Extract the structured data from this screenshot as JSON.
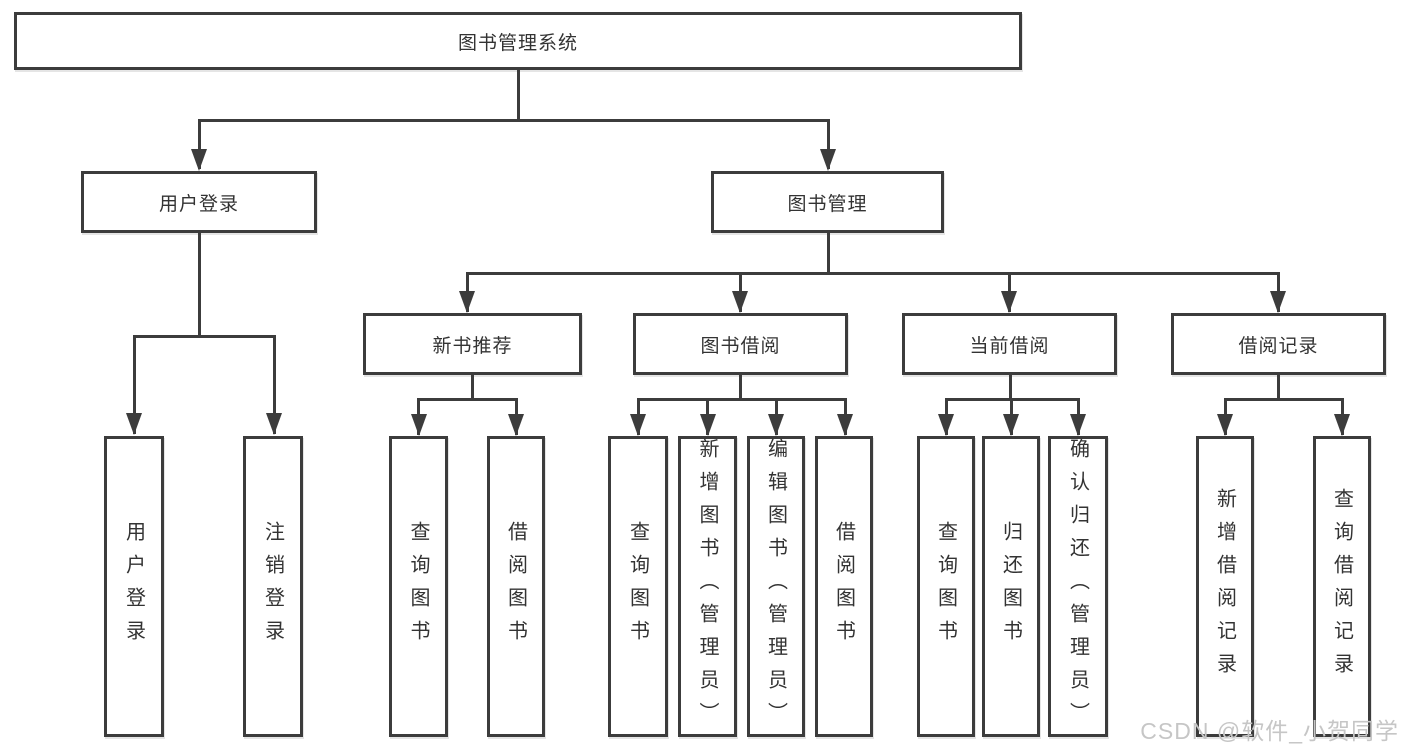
{
  "watermark": "CSDN @软件_小贺同学",
  "colors": {
    "line": "#3c3c3c",
    "text": "#333333",
    "watermark": "#c6c6c6",
    "background": "#ffffff"
  },
  "tree": {
    "root": "图书管理系统",
    "branches": [
      {
        "label": "用户登录",
        "leaves": [
          "用户登录",
          "注销登录"
        ]
      },
      {
        "label": "图书管理",
        "groups": [
          {
            "label": "新书推荐",
            "leaves": [
              "查询图书",
              "借阅图书"
            ]
          },
          {
            "label": "图书借阅",
            "leaves": [
              "查询图书",
              "新增图书（管理员）",
              "编辑图书（管理员）",
              "借阅图书"
            ]
          },
          {
            "label": "当前借阅",
            "leaves": [
              "查询图书",
              "归还图书",
              "确认归还（管理员）"
            ]
          },
          {
            "label": "借阅记录",
            "leaves": [
              "新增借阅记录",
              "查询借阅记录"
            ]
          }
        ]
      }
    ]
  }
}
